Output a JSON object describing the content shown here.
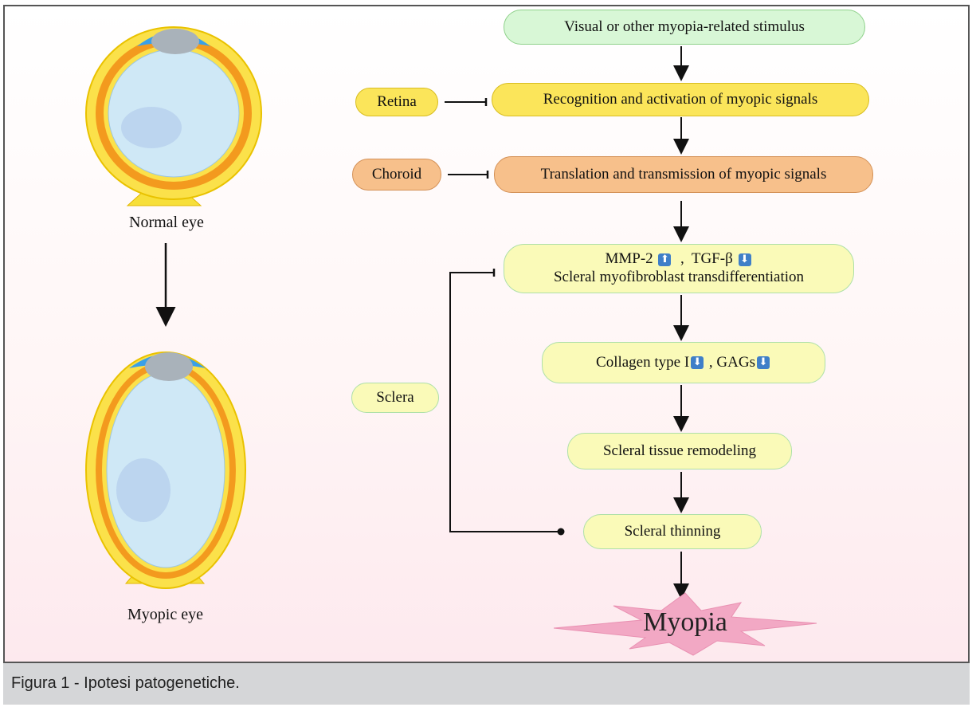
{
  "diagram": {
    "eyes": {
      "normal_label": "Normal eye",
      "myopic_label": "Myopic eye"
    },
    "tissues": {
      "retina": "Retina",
      "choroid": "Choroid",
      "sclera": "Sclera"
    },
    "steps": {
      "stimulus": "Visual or other  myopia-related stimulus",
      "recognition": "Recognition and activation of myopic signals",
      "translation": "Translation and transmission of myopic signals",
      "mmp2": "MMP-2",
      "sep1": ",",
      "tgfb": "TGF-β",
      "transdiff": "Scleral myofibroblast transdifferentiation",
      "collagen": "Collagen type I",
      "sep2": ",",
      "gags": "GAGs",
      "remodeling": "Scleral tissue remodeling",
      "thinning": "Scleral thinning",
      "myopia": "Myopia"
    },
    "icons": {
      "up": "up-arrow-icon",
      "down": "down-arrow-icon"
    },
    "colors": {
      "green": "#d8f7d6",
      "yellow": "#fbe55a",
      "orange": "#f7c08b",
      "cream": "#fafab8",
      "star": "#f2a8c4",
      "indicator": "#3f7fc8"
    }
  },
  "caption": {
    "text": "Figura 1 - Ipotesi patogenetiche."
  }
}
